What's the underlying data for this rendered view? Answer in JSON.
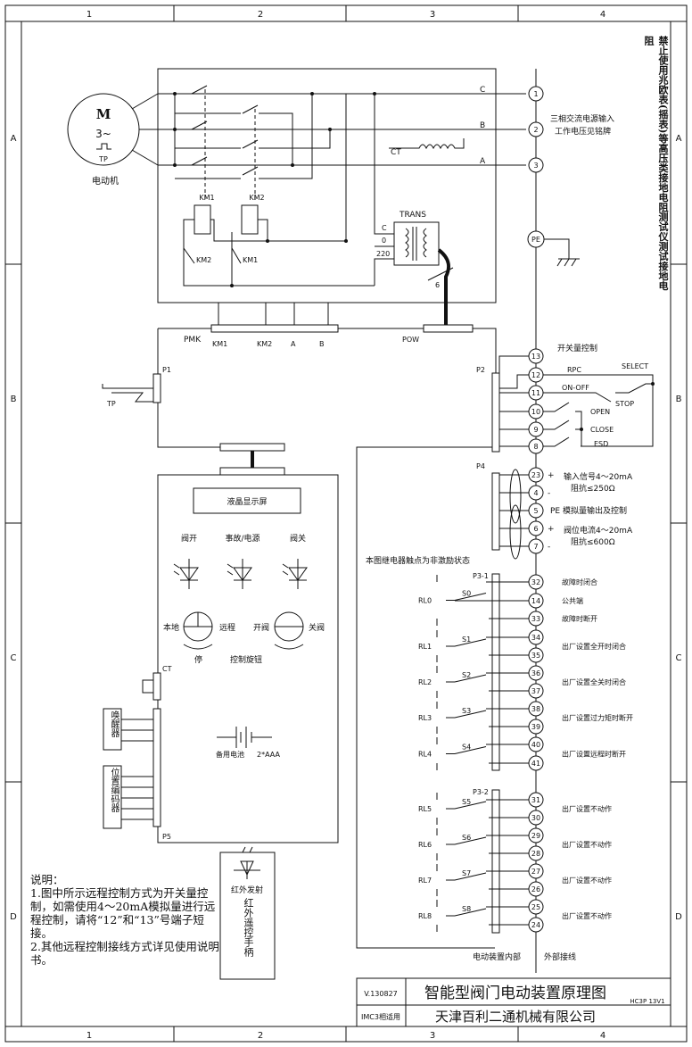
{
  "frame": {
    "cols": [
      "1",
      "2",
      "3",
      "4"
    ],
    "rows": [
      "A",
      "B",
      "C",
      "D"
    ]
  },
  "warning_vertical": "禁止使用兆欧表(摇表)等高压类接地电阻测试仪测试接地电阻",
  "motor": {
    "symbol": "M",
    "phase": "3~",
    "tp": "TP",
    "label": "电动机"
  },
  "power": {
    "phases": [
      "C",
      "B",
      "A"
    ],
    "terminals": [
      "1",
      "2",
      "3"
    ],
    "input_label_1": "三相交流电源输入",
    "input_label_2": "工作电压见铭牌",
    "pe": "PE",
    "ct": "CT",
    "trans": "TRANS",
    "trans_taps": [
      "C",
      "0",
      "220"
    ],
    "wire_num": "6",
    "km1": "KM1",
    "km2": "KM2"
  },
  "pmk": {
    "label": "PMK",
    "connectors": [
      "KM1",
      "KM2",
      "A",
      "B"
    ],
    "pow": "POW",
    "p1": "P1",
    "p2": "P2",
    "p4": "P4",
    "tp": "TP"
  },
  "control": {
    "title": "开关量控制",
    "terminals": [
      "13",
      "12",
      "11",
      "10",
      "9",
      "8"
    ],
    "labels": [
      "RPC",
      "ON-OFF",
      "OPEN",
      "CLOSE",
      "ESD"
    ],
    "select": "SELECT",
    "stop": "STOP"
  },
  "analog": {
    "terminals": [
      "23",
      "4",
      "5",
      "6",
      "7"
    ],
    "signs": [
      "+",
      "-",
      "+",
      "-"
    ],
    "in_1": "输入信号4～20mA",
    "in_2": "阻抗≤250Ω",
    "pe_label": "PE 模拟量输出及控制",
    "out_1": "阀位电流4～20mA",
    "out_2": "阻抗≤600Ω"
  },
  "relay_note": "本图继电器触点为非激励状态",
  "p31": "P3-1",
  "p32": "P3-2",
  "relays": [
    {
      "rl": "RL0",
      "s": "S0",
      "t": [
        "32",
        "14",
        "33"
      ],
      "d": [
        "故障时闭合",
        "公共端",
        "故障时断开"
      ]
    },
    {
      "rl": "RL1",
      "s": "S1",
      "t": [
        "34",
        "35"
      ],
      "d": [
        "出厂设置全开时闭合"
      ]
    },
    {
      "rl": "RL2",
      "s": "S2",
      "t": [
        "36",
        "37"
      ],
      "d": [
        "出厂设置全关时闭合"
      ]
    },
    {
      "rl": "RL3",
      "s": "S3",
      "t": [
        "38",
        "39"
      ],
      "d": [
        "出厂设置过力矩时断开"
      ]
    },
    {
      "rl": "RL4",
      "s": "S4",
      "t": [
        "40",
        "41"
      ],
      "d": [
        "出厂设置远程时断开"
      ]
    },
    {
      "rl": "RL5",
      "s": "S5",
      "t": [
        "31",
        "30"
      ],
      "d": [
        "出厂设置不动作"
      ]
    },
    {
      "rl": "RL6",
      "s": "S6",
      "t": [
        "29",
        "28"
      ],
      "d": [
        "出厂设置不动作"
      ]
    },
    {
      "rl": "RL7",
      "s": "S7",
      "t": [
        "27",
        "26"
      ],
      "d": [
        "出厂设置不动作"
      ]
    },
    {
      "rl": "RL8",
      "s": "S8",
      "t": [
        "25",
        "24"
      ],
      "d": [
        "出厂设置不动作"
      ]
    }
  ],
  "inner_label": "电动装置内部",
  "outer_label": "外部接线",
  "panel": {
    "lcd": "液晶显示屏",
    "leds": [
      "阀开",
      "事故/电源",
      "阀关"
    ],
    "knob1": [
      "本地",
      "远程",
      "停"
    ],
    "knob2": [
      "开阀",
      "关阀"
    ],
    "knob_caption": "控制旋钮",
    "battery": "备用电池",
    "battery_spec": "2*AAA",
    "ct": "CT",
    "p5": "P5",
    "wake": "唤醒器",
    "encoder": "位置编码器",
    "ir": "红外发射",
    "remote": "红外遥控手柄"
  },
  "notes": [
    "说明：",
    "1.图中所示远程控制方式为开关量控制，如需使用4～20mA模拟量进行远程控制，请将“12”和“13”号端子短接。",
    "2.其他远程控制接线方式详见使用说明书。"
  ],
  "title_block": {
    "version": "V.130827",
    "title": "智能型阀门电动装置原理图",
    "code": "HC3P 13V1",
    "applies": "IMC3相适用",
    "company": "天津百利二通机械有限公司"
  }
}
